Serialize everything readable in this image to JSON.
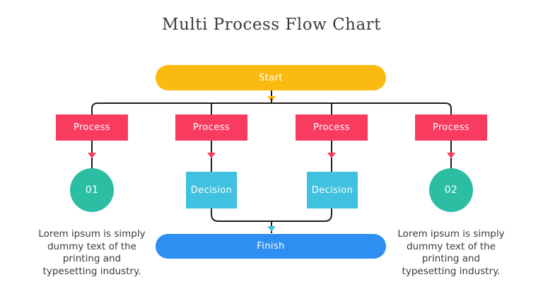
{
  "title": "Multi Process Flow Chart",
  "colors": {
    "start": "#FBBA10",
    "process": "#F93B5F",
    "decision": "#41C1E0",
    "step_circle": "#2BBEA3",
    "finish": "#2E8FF2",
    "connector": "#1d1d1d",
    "title_text": "#3c3c3c",
    "note_text": "#3b3b3b"
  },
  "flow": {
    "start": {
      "label": "Start"
    },
    "processes": [
      {
        "label": "Process"
      },
      {
        "label": "Process"
      },
      {
        "label": "Process"
      },
      {
        "label": "Process"
      }
    ],
    "step1": {
      "label": "01"
    },
    "decisions": [
      {
        "label": "Decision"
      },
      {
        "label": "Decision"
      }
    ],
    "step2": {
      "label": "02"
    },
    "finish": {
      "label": "Finish"
    }
  },
  "notes": {
    "left": {
      "lines": [
        "Lorem ipsum is simply",
        "dummy text of the",
        "printing and",
        "typesetting industry."
      ]
    },
    "right": {
      "lines": [
        "Lorem ipsum is simply",
        "dummy text of the",
        "printing and",
        "typesetting industry."
      ]
    }
  }
}
